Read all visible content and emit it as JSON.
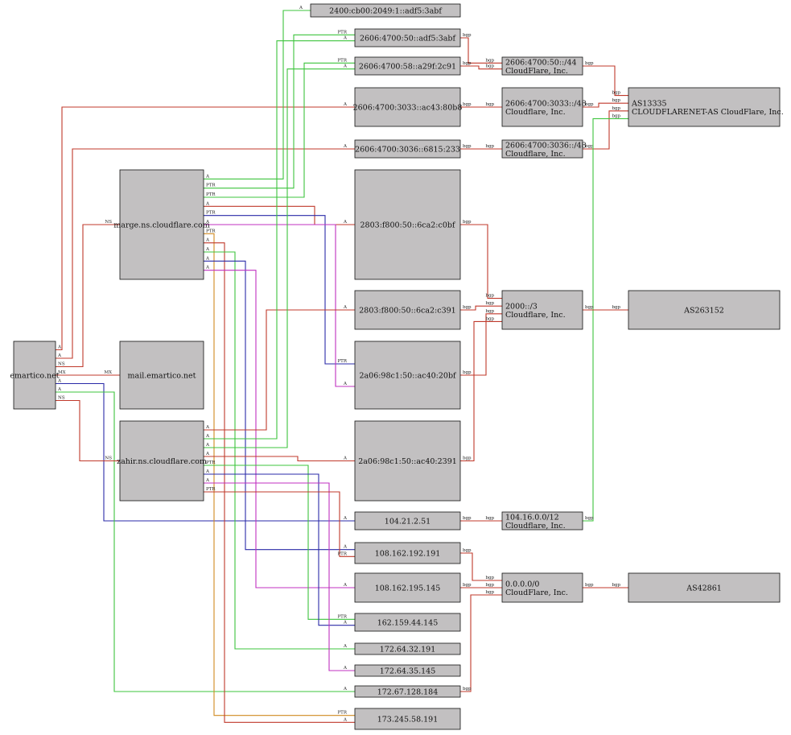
{
  "colors": {
    "red": "#c0392b",
    "green": "#3cc43c",
    "blue": "#2a2aa8",
    "magenta": "#c030c0",
    "orange": "#d08a20",
    "node_fill": "#c2c0c1"
  },
  "nodes": [
    {
      "id": "emartico",
      "label": [
        "emartico.net"
      ]
    },
    {
      "id": "marge",
      "label": [
        "marge.ns.cloudflare.com"
      ]
    },
    {
      "id": "mail",
      "label": [
        "mail.emartico.net"
      ]
    },
    {
      "id": "zahir",
      "label": [
        "zahir.ns.cloudflare.com"
      ]
    },
    {
      "id": "ip2400",
      "label": [
        "2400:cb00:2049:1::adf5:3abf"
      ]
    },
    {
      "id": "ip2606a",
      "label": [
        "2606:4700:50::adf5:3abf"
      ]
    },
    {
      "id": "ip2606b",
      "label": [
        "2606:4700:58::a29f:2c91"
      ]
    },
    {
      "id": "ip2606c",
      "label": [
        "2606:4700:3033::ac43:80b8"
      ]
    },
    {
      "id": "ip2606d",
      "label": [
        "2606:4700:3036::6815:233"
      ]
    },
    {
      "id": "ip2803a",
      "label": [
        "2803:f800:50::6ca2:c0bf"
      ]
    },
    {
      "id": "ip2803b",
      "label": [
        "2803:f800:50::6ca2:c391"
      ]
    },
    {
      "id": "ip2a06a",
      "label": [
        "2a06:98c1:50::ac40:20bf"
      ]
    },
    {
      "id": "ip2a06b",
      "label": [
        "2a06:98c1:50::ac40:2391"
      ]
    },
    {
      "id": "ip104",
      "label": [
        "104.21.2.51"
      ]
    },
    {
      "id": "ip108a",
      "label": [
        "108.162.192.191"
      ]
    },
    {
      "id": "ip108b",
      "label": [
        "108.162.195.145"
      ]
    },
    {
      "id": "ip162",
      "label": [
        "162.159.44.145"
      ]
    },
    {
      "id": "ip172a",
      "label": [
        "172.64.32.191"
      ]
    },
    {
      "id": "ip172b",
      "label": [
        "172.64.35.145"
      ]
    },
    {
      "id": "ip172c",
      "label": [
        "172.67.128.184"
      ]
    },
    {
      "id": "ip173",
      "label": [
        "173.245.58.191"
      ]
    },
    {
      "id": "pfx44",
      "label": [
        "2606:4700:50::/44",
        "CloudFlare, Inc."
      ]
    },
    {
      "id": "pfx48a",
      "label": [
        "2606:4700:3033::/48",
        "Cloudflare, Inc."
      ]
    },
    {
      "id": "pfx48b",
      "label": [
        "2606:4700:3036::/48",
        "Cloudflare, Inc."
      ]
    },
    {
      "id": "pfx2000",
      "label": [
        "2000::/3",
        "Cloudflare, Inc."
      ]
    },
    {
      "id": "pfx104",
      "label": [
        "104.16.0.0/12",
        "Cloudflare, Inc."
      ]
    },
    {
      "id": "pfx0",
      "label": [
        "0.0.0.0/0",
        "CloudFlare, Inc."
      ]
    },
    {
      "id": "as13335",
      "label": [
        "AS13335",
        "CLOUDFLARENET-AS CloudFlare, Inc."
      ]
    },
    {
      "id": "as263152",
      "label": [
        "AS263152"
      ]
    },
    {
      "id": "as42861",
      "label": [
        "AS42861"
      ]
    }
  ],
  "edges": [
    {
      "from": "emartico",
      "to": "ip2606c",
      "label": "A",
      "color": "red"
    },
    {
      "from": "emartico",
      "to": "ip2606d",
      "label": "A",
      "color": "red"
    },
    {
      "from": "emartico",
      "to": "marge",
      "label": "NS",
      "color": "red"
    },
    {
      "from": "emartico",
      "to": "mail",
      "label": "MX",
      "color": "red"
    },
    {
      "from": "emartico",
      "to": "ip104",
      "label": "A",
      "color": "blue"
    },
    {
      "from": "emartico",
      "to": "ip172c",
      "label": "A",
      "color": "green"
    },
    {
      "from": "emartico",
      "to": "zahir",
      "label": "NS",
      "color": "red"
    },
    {
      "from": "marge",
      "to": "ip2400",
      "label": "A",
      "color": "green"
    },
    {
      "from": "marge",
      "to": "ip2606a",
      "label": "PTR",
      "color": "green"
    },
    {
      "from": "marge",
      "to": "ip2606b",
      "label": "PTR",
      "color": "green"
    },
    {
      "from": "marge",
      "to": "ip2803a",
      "label": "A",
      "color": "red"
    },
    {
      "from": "marge",
      "to": "ip2a06a",
      "label": "PTR",
      "color": "blue"
    },
    {
      "from": "marge",
      "to": "ip2a06a",
      "label": "A",
      "color": "magenta"
    },
    {
      "from": "marge",
      "to": "ip173",
      "label": "PTR",
      "color": "orange"
    },
    {
      "from": "marge",
      "to": "ip173",
      "label": "A",
      "color": "red"
    },
    {
      "from": "marge",
      "to": "ip172a",
      "label": "A",
      "color": "green"
    },
    {
      "from": "marge",
      "to": "ip108a",
      "label": "A",
      "color": "blue"
    },
    {
      "from": "marge",
      "to": "ip108b",
      "label": "A",
      "color": "magenta"
    },
    {
      "from": "zahir",
      "to": "ip2803b",
      "label": "A",
      "color": "red"
    },
    {
      "from": "zahir",
      "to": "ip2606a",
      "label": "A",
      "color": "green"
    },
    {
      "from": "zahir",
      "to": "ip2606b",
      "label": "A",
      "color": "green"
    },
    {
      "from": "zahir",
      "to": "ip2a06b",
      "label": "A",
      "color": "red"
    },
    {
      "from": "zahir",
      "to": "ip162",
      "label": "PTR",
      "color": "green"
    },
    {
      "from": "zahir",
      "to": "ip162",
      "label": "A",
      "color": "blue"
    },
    {
      "from": "zahir",
      "to": "ip172b",
      "label": "A",
      "color": "magenta"
    },
    {
      "from": "zahir",
      "to": "ip108a",
      "label": "PTR",
      "color": "red"
    },
    {
      "from": "ip2606a",
      "to": "pfx44",
      "label": "bgp",
      "color": "red"
    },
    {
      "from": "ip2606b",
      "to": "pfx44",
      "label": "bgp",
      "color": "red"
    },
    {
      "from": "ip2606c",
      "to": "pfx48a",
      "label": "bgp",
      "color": "red"
    },
    {
      "from": "ip2606d",
      "to": "pfx48b",
      "label": "bgp",
      "color": "red"
    },
    {
      "from": "ip2803a",
      "to": "pfx2000",
      "label": "bgp",
      "color": "red"
    },
    {
      "from": "ip2803b",
      "to": "pfx2000",
      "label": "bgp",
      "color": "red"
    },
    {
      "from": "ip2a06a",
      "to": "pfx2000",
      "label": "bgp",
      "color": "red"
    },
    {
      "from": "ip2a06b",
      "to": "pfx2000",
      "label": "bgp",
      "color": "red"
    },
    {
      "from": "ip104",
      "to": "pfx104",
      "label": "bgp",
      "color": "red"
    },
    {
      "from": "ip108a",
      "to": "pfx0",
      "label": "bgp",
      "color": "red"
    },
    {
      "from": "ip108b",
      "to": "pfx0",
      "label": "bgp",
      "color": "red"
    },
    {
      "from": "ip172c",
      "to": "pfx0",
      "label": "bgp",
      "color": "red"
    },
    {
      "from": "pfx44",
      "to": "as13335",
      "label": "bgp",
      "color": "red"
    },
    {
      "from": "pfx48a",
      "to": "as13335",
      "label": "bgp",
      "color": "red"
    },
    {
      "from": "pfx48b",
      "to": "as13335",
      "label": "bgp",
      "color": "red"
    },
    {
      "from": "pfx104",
      "to": "as13335",
      "label": "bgp",
      "color": "green"
    },
    {
      "from": "pfx2000",
      "to": "as263152",
      "label": "bgp",
      "color": "red"
    },
    {
      "from": "pfx0",
      "to": "as42861",
      "label": "bgp",
      "color": "red"
    }
  ]
}
